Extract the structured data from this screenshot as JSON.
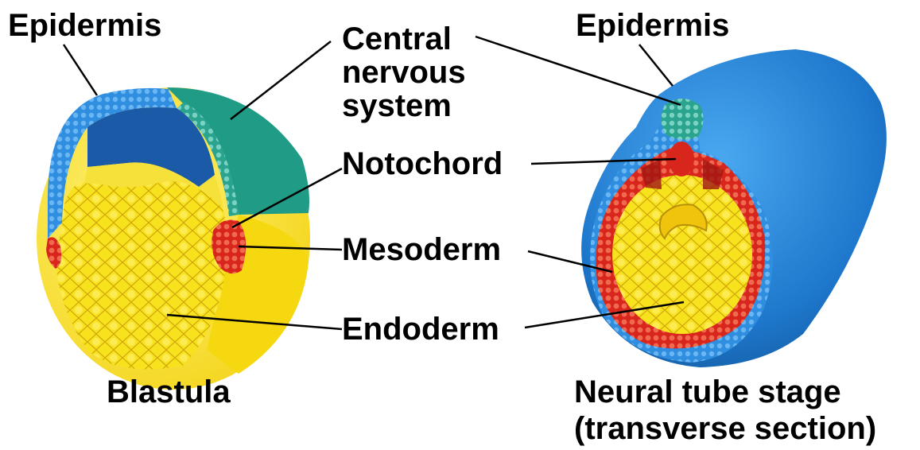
{
  "labels": {
    "epidermis_left": "Epidermis",
    "epidermis_right": "Epidermis",
    "central_nervous_system": "Central\nnervous\nsystem",
    "notochord": "Notochord",
    "mesoderm": "Mesoderm",
    "endoderm": "Endoderm"
  },
  "captions": {
    "left": "Blastula",
    "right": "Neural tube stage\n(transverse section)"
  },
  "colors": {
    "epidermis": "#1f7fd0",
    "neural": "#2aa38f",
    "mesoderm": "#e2342a",
    "endoderm": "#f7e11c",
    "endoderm_light": "#fff37a"
  }
}
